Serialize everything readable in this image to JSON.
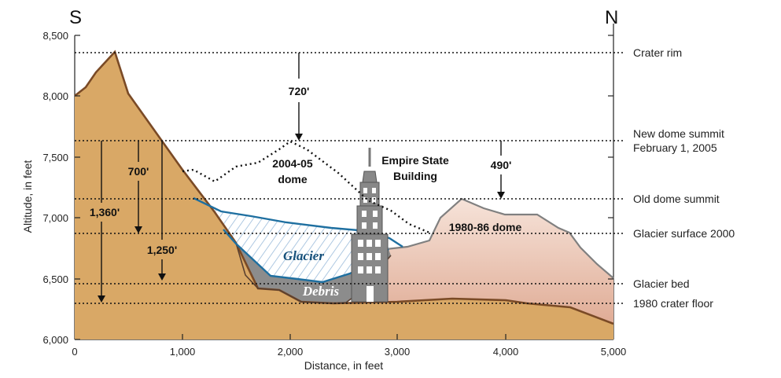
{
  "compass": {
    "left": "S",
    "right": "N"
  },
  "axes": {
    "ylabel": "Altitude, in feet",
    "xlabel": "Distance, in feet",
    "yticks": [
      "6,000",
      "6,500",
      "7,000",
      "7,500",
      "8,000",
      "8,500"
    ],
    "xticks": [
      "0",
      "1,000",
      "2,000",
      "3,000",
      "4,000",
      "5,000"
    ],
    "xlim": [
      0,
      5000
    ],
    "ylim": [
      6000,
      8500
    ]
  },
  "levels": [
    {
      "id": "crater-rim",
      "label": "Crater rim",
      "altitude": 8370
    },
    {
      "id": "new-dome",
      "label": "New dome summit",
      "label2": "February 1, 2005",
      "altitude": 7645
    },
    {
      "id": "old-dome",
      "label": "Old dome summit",
      "altitude": 7165
    },
    {
      "id": "glacier-surface",
      "label": "Glacier surface 2000",
      "altitude": 6880
    },
    {
      "id": "glacier-bed",
      "label": "Glacier bed",
      "altitude": 6470
    },
    {
      "id": "crater-floor-1980",
      "label": "1980 crater floor",
      "altitude": 6300
    }
  ],
  "measurements": {
    "m720": "720'",
    "m490": "490'",
    "m700": "700'",
    "m1250": "1,250'",
    "m1360": "1,360'"
  },
  "labels": {
    "dome2004_l1": "2004-05",
    "dome2004_l2": "dome",
    "dome1980": "1980-86 dome",
    "glacier": "Glacier",
    "debris": "Debris",
    "esb_l1": "Empire State",
    "esb_l2": "Building"
  },
  "colors": {
    "terrain": "#D9A866",
    "terrain_edge": "#7A4A26",
    "glacier_edge": "#1E6FA0",
    "glacier_hatch": "#8FB3D6",
    "debris": "#8C8C8C",
    "dome_1980_top": "#F6E3D9",
    "dome_1980_bottom": "#DDA58D",
    "building": "#888888"
  },
  "chart_data": {
    "type": "cross-section",
    "x_units": "feet",
    "y_units": "feet",
    "terrain_profile": [
      [
        0,
        8000
      ],
      [
        100,
        8070
      ],
      [
        200,
        8200
      ],
      [
        370,
        8370
      ],
      [
        500,
        8020
      ],
      [
        700,
        7780
      ],
      [
        1000,
        7400
      ],
      [
        1300,
        7050
      ],
      [
        1500,
        6800
      ],
      [
        1700,
        6430
      ],
      [
        1900,
        6420
      ],
      [
        2100,
        6310
      ],
      [
        2400,
        6300
      ],
      [
        3000,
        6310
      ],
      [
        3500,
        6340
      ],
      [
        4000,
        6330
      ],
      [
        4200,
        6300
      ],
      [
        4600,
        6270
      ],
      [
        5000,
        6140
      ]
    ],
    "dome_1980_86_outline": [
      [
        2900,
        6820
      ],
      [
        3100,
        6840
      ],
      [
        3300,
        6890
      ],
      [
        3400,
        7080
      ],
      [
        3600,
        7160
      ],
      [
        3800,
        7080
      ],
      [
        4000,
        7030
      ],
      [
        4300,
        7030
      ],
      [
        4500,
        6920
      ],
      [
        4600,
        6880
      ],
      [
        4700,
        6760
      ],
      [
        4850,
        6620
      ],
      [
        5000,
        6490
      ]
    ],
    "glacier_surface": [
      [
        1100,
        7180
      ],
      [
        1350,
        7030
      ],
      [
        1800,
        6960
      ],
      [
        2200,
        6890
      ],
      [
        2800,
        6870
      ],
      [
        3000,
        6820
      ]
    ],
    "glacier_bed": [
      [
        1400,
        6830
      ],
      [
        1800,
        6550
      ],
      [
        2200,
        6500
      ],
      [
        2550,
        6480
      ],
      [
        2900,
        6700
      ]
    ],
    "dome_2004_05_outline": [
      [
        1000,
        7350
      ],
      [
        1100,
        7380
      ],
      [
        1300,
        7270
      ],
      [
        1500,
        7430
      ],
      [
        1800,
        7500
      ],
      [
        2050,
        7645
      ],
      [
        2350,
        7500
      ],
      [
        2800,
        7150
      ],
      [
        3100,
        6940
      ],
      [
        3300,
        6850
      ]
    ],
    "measurements": [
      {
        "label": "720'",
        "from": 8370,
        "to": 7645
      },
      {
        "label": "490'",
        "from": 7645,
        "to": 7165
      },
      {
        "label": "700'",
        "from": 7645,
        "to": 6950
      },
      {
        "label": "1,250'",
        "from": 7645,
        "to": 6400
      },
      {
        "label": "1,360'",
        "from": 7645,
        "to": 6300
      }
    ]
  }
}
